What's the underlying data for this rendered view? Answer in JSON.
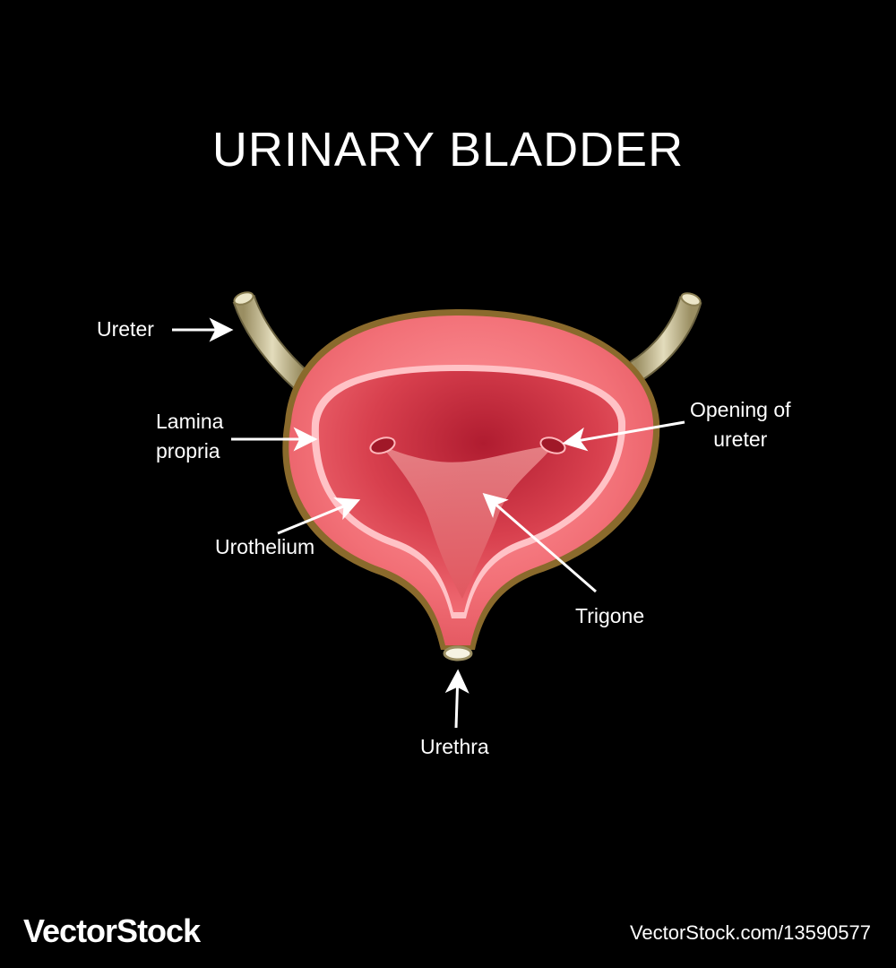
{
  "title": "URINARY BLADDER",
  "labels": {
    "ureter": "Ureter",
    "lamina_propria": [
      "Lamina",
      "propria"
    ],
    "urothelium": "Urothelium",
    "opening_of_ureter": [
      "Opening of",
      "ureter"
    ],
    "trigone": "Trigone",
    "urethra": "Urethra"
  },
  "watermark": {
    "brand": "VectorStock",
    "url": "VectorStock.com/13590577"
  },
  "colors": {
    "background": "#000000",
    "outer_wall": "#8a6a2c",
    "muscle": "#f06a70",
    "lumen": "#c8283a",
    "trigone": "#e8787e",
    "ureter_tube": "#c9bf94",
    "text": "#ffffff"
  }
}
